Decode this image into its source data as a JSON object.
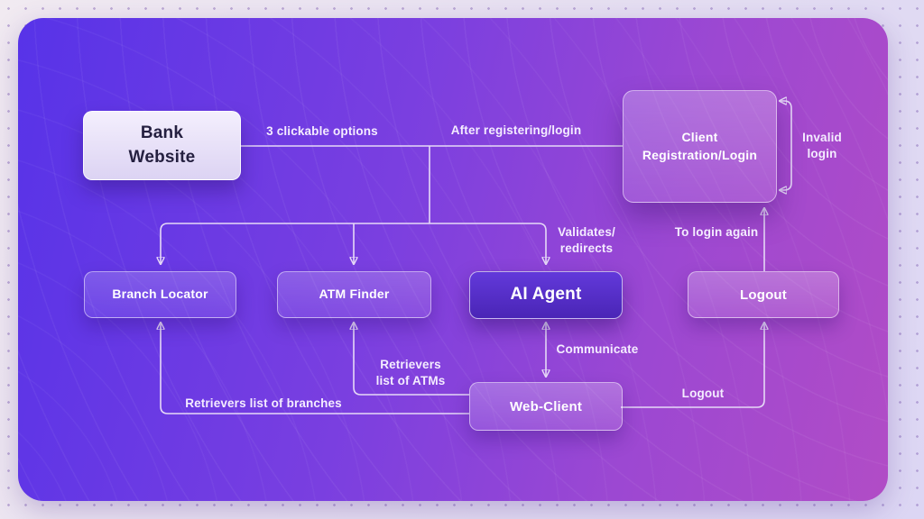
{
  "diagram": {
    "title_implicit": "Bank Website AI Agent flow",
    "nodes": {
      "bank_website": {
        "line1": "Bank",
        "line2": "Website"
      },
      "client_registration": {
        "line1": "Client",
        "line2": "Registration/Login"
      },
      "branch_locator": {
        "label": "Branch Locator"
      },
      "atm_finder": {
        "label": "ATM Finder"
      },
      "ai_agent": {
        "label": "AI Agent"
      },
      "logout": {
        "label": "Logout"
      },
      "web_client": {
        "label": "Web-Client"
      }
    },
    "edges": {
      "three_options": "3 clickable options",
      "after_register": "After registering/login",
      "invalid_login": {
        "line1": "Invalid",
        "line2": "login"
      },
      "validates": {
        "line1": "Validates/",
        "line2": "redirects"
      },
      "to_login_again": "To login again",
      "communicate": "Communicate",
      "retrievers_atms": {
        "line1": "Retrievers",
        "line2": "list of ATMs"
      },
      "retrievers_branches": "Retrievers list of branches",
      "logout_edge": "Logout"
    },
    "colors": {
      "canvas_gradient_left": "#5733e8",
      "canvas_gradient_right": "#b14cc6",
      "connector": "#e6d9f7",
      "ai_agent_fill": "#54two",
      "ai_agent_fill_top": "#6239da",
      "ai_agent_fill_bottom": "#4a25b6",
      "bank_node_fill": "#e9e2fa",
      "bank_node_text": "#252040",
      "outer_background": "#e9e2f1"
    }
  }
}
